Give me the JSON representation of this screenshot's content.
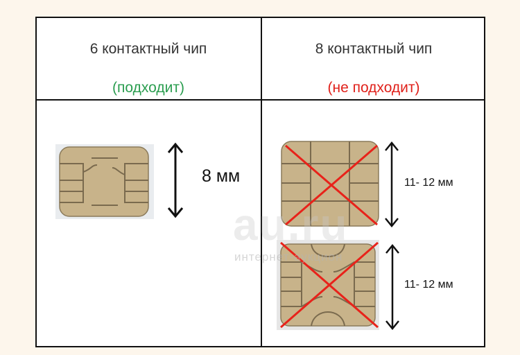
{
  "header": {
    "col1_title": "6 контактный чип",
    "col1_status": "(подходит)",
    "col2_title": "8 контактный чип",
    "col2_status": "(не подходит)"
  },
  "dimensions": {
    "six_contact": "8 мм",
    "eight_contact_top": "11- 12 мм",
    "eight_contact_bottom": "11- 12 мм"
  },
  "watermark": {
    "main": "au.ru",
    "sub": "интернет-аукцион"
  },
  "colors": {
    "suitable": "#2a9d4f",
    "not_suitable": "#e0201a",
    "chip_gold": "#c8b38a",
    "chip_line": "#7a6a4e"
  }
}
